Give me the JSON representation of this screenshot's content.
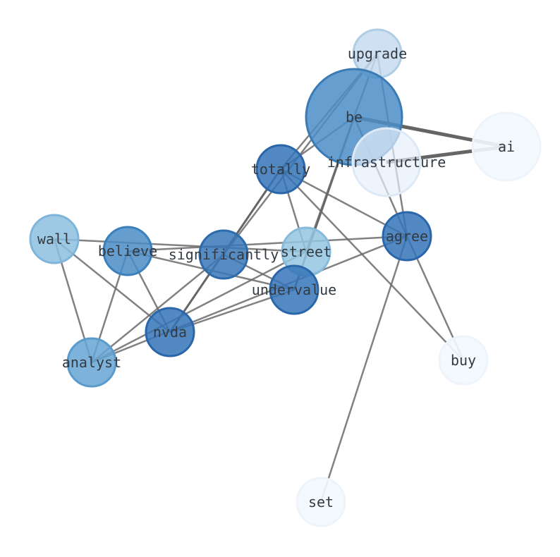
{
  "graph": {
    "nodes": [
      {
        "id": "upgrade",
        "label": "upgrade",
        "fill": "#c6dbef",
        "stroke": "#b0cde6",
        "opacity": 0.85
      },
      {
        "id": "be",
        "label": "be",
        "fill": "#4b8ec7",
        "stroke": "#3a7ab5",
        "opacity": 0.85
      },
      {
        "id": "ai",
        "label": "ai",
        "fill": "#f3f8fe",
        "stroke": "#eef4fb",
        "opacity": 0.9
      },
      {
        "id": "infrastructure",
        "label": "infrastructure",
        "fill": "#e6eff9",
        "stroke": "#dde9f6",
        "opacity": 0.7
      },
      {
        "id": "totally",
        "label": "totally",
        "fill": "#3474b8",
        "stroke": "#2a66aa",
        "opacity": 0.85
      },
      {
        "id": "wall",
        "label": "wall",
        "fill": "#8dc0e0",
        "stroke": "#7eb5db",
        "opacity": 0.85
      },
      {
        "id": "believe",
        "label": "believe",
        "fill": "#4a8cc6",
        "stroke": "#3c7fbd",
        "opacity": 0.85
      },
      {
        "id": "significantly",
        "label": "significantly",
        "fill": "#3a78b9",
        "stroke": "#2e6bab",
        "opacity": 0.85
      },
      {
        "id": "street",
        "label": "street",
        "fill": "#94c4e2",
        "stroke": "#86bbdd",
        "opacity": 0.85
      },
      {
        "id": "agree",
        "label": "agree",
        "fill": "#3474b8",
        "stroke": "#2a66aa",
        "opacity": 0.85
      },
      {
        "id": "undervalue",
        "label": "undervalue",
        "fill": "#3575b8",
        "stroke": "#2a66aa",
        "opacity": 0.85
      },
      {
        "id": "nvda",
        "label": "nvda",
        "fill": "#3474b8",
        "stroke": "#2a66aa",
        "opacity": 0.85
      },
      {
        "id": "analyst",
        "label": "analyst",
        "fill": "#66a6d4",
        "stroke": "#5a9bcd",
        "opacity": 0.85
      },
      {
        "id": "buy",
        "label": "buy",
        "fill": "#f3f8fe",
        "stroke": "#eef4fb",
        "opacity": 0.9
      },
      {
        "id": "set",
        "label": "set",
        "fill": "#f3f8fe",
        "stroke": "#eef4fb",
        "opacity": 0.9
      }
    ],
    "edges": [
      {
        "source": "be",
        "target": "ai",
        "weight": 3
      },
      {
        "source": "infrastructure",
        "target": "ai",
        "weight": 3
      },
      {
        "source": "totally",
        "target": "nvda",
        "weight": 2
      },
      {
        "source": "be",
        "target": "undervalue",
        "weight": 2
      },
      {
        "source": "be",
        "target": "upgrade",
        "weight": 1
      },
      {
        "source": "upgrade",
        "target": "totally",
        "weight": 1
      },
      {
        "source": "upgrade",
        "target": "significantly",
        "weight": 1
      },
      {
        "source": "upgrade",
        "target": "agree",
        "weight": 1
      },
      {
        "source": "be",
        "target": "totally",
        "weight": 1
      },
      {
        "source": "be",
        "target": "agree",
        "weight": 1
      },
      {
        "source": "be",
        "target": "street",
        "weight": 1
      },
      {
        "source": "totally",
        "target": "agree",
        "weight": 1
      },
      {
        "source": "totally",
        "target": "street",
        "weight": 1
      },
      {
        "source": "totally",
        "target": "buy",
        "weight": 1
      },
      {
        "source": "wall",
        "target": "street",
        "weight": 1
      },
      {
        "source": "wall",
        "target": "nvda",
        "weight": 1
      },
      {
        "source": "wall",
        "target": "analyst",
        "weight": 1
      },
      {
        "source": "believe",
        "target": "undervalue",
        "weight": 1
      },
      {
        "source": "believe",
        "target": "agree",
        "weight": 1
      },
      {
        "source": "believe",
        "target": "nvda",
        "weight": 1
      },
      {
        "source": "believe",
        "target": "analyst",
        "weight": 1
      },
      {
        "source": "significantly",
        "target": "undervalue",
        "weight": 1
      },
      {
        "source": "significantly",
        "target": "analyst",
        "weight": 1
      },
      {
        "source": "street",
        "target": "analyst",
        "weight": 1
      },
      {
        "source": "agree",
        "target": "analyst",
        "weight": 1
      },
      {
        "source": "agree",
        "target": "buy",
        "weight": 1
      },
      {
        "source": "agree",
        "target": "set",
        "weight": 1
      },
      {
        "source": "undervalue",
        "target": "nvda",
        "weight": 1
      }
    ]
  }
}
